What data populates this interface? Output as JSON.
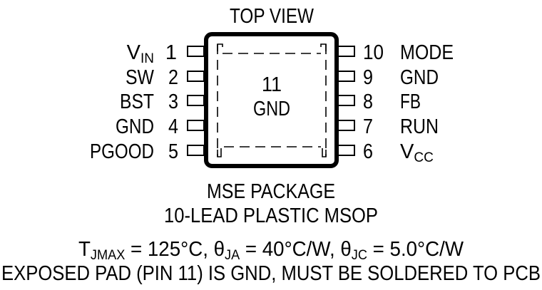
{
  "diagram": {
    "title": "TOP VIEW",
    "package_name": "MSE PACKAGE",
    "package_desc": "10-LEAD PLASTIC MSOP",
    "exposed_pad": {
      "number": "11",
      "label": "GND"
    },
    "left_pins": [
      {
        "number": "1",
        "label_main": "V",
        "label_sub": "IN"
      },
      {
        "number": "2",
        "label_main": "SW",
        "label_sub": ""
      },
      {
        "number": "3",
        "label_main": "BST",
        "label_sub": ""
      },
      {
        "number": "4",
        "label_main": "GND",
        "label_sub": ""
      },
      {
        "number": "5",
        "label_main": "PGOOD",
        "label_sub": ""
      }
    ],
    "right_pins": [
      {
        "number": "10",
        "label_main": "MODE",
        "label_sub": ""
      },
      {
        "number": "9",
        "label_main": "GND",
        "label_sub": ""
      },
      {
        "number": "8",
        "label_main": "FB",
        "label_sub": ""
      },
      {
        "number": "7",
        "label_main": "RUN",
        "label_sub": ""
      },
      {
        "number": "6",
        "label_main": "V",
        "label_sub": "CC"
      }
    ],
    "thermal": {
      "tjmax_sym": "T",
      "tjmax_sub": "JMAX",
      "tjmax_val": " = 125°C, ",
      "theta_ja_sym": "θ",
      "theta_ja_sub": "JA",
      "theta_ja_val": " = 40°C/W, ",
      "theta_jc_sym": "θ",
      "theta_jc_sub": "JC",
      "theta_jc_val": " = 5.0°C/W"
    },
    "note": "EXPOSED PAD (PIN 11) IS GND, MUST BE SOLDERED TO PCB"
  }
}
